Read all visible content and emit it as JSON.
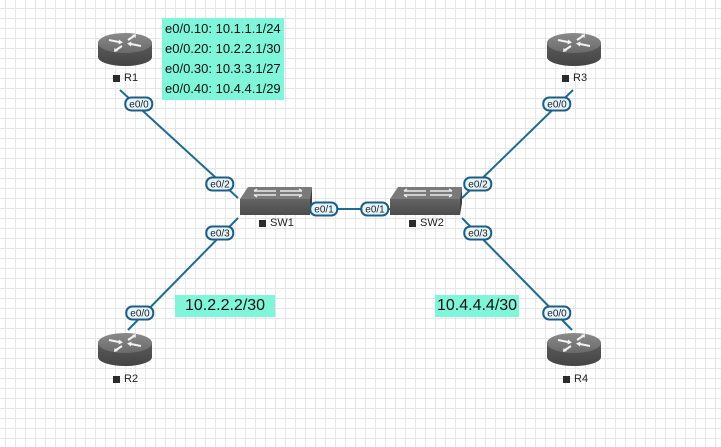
{
  "colors": {
    "link": "#1d6a93",
    "note_bg": "#7ff5d9",
    "iface_border": "#1d5f84",
    "device_body": "#5d5d5d"
  },
  "nodes": {
    "r1": {
      "label": "R1",
      "type": "router",
      "icon": "router-icon"
    },
    "r2": {
      "label": "R2",
      "type": "router",
      "icon": "router-icon"
    },
    "r3": {
      "label": "R3",
      "type": "router",
      "icon": "router-icon"
    },
    "r4": {
      "label": "R4",
      "type": "router",
      "icon": "router-icon"
    },
    "sw1": {
      "label": "SW1",
      "type": "switch",
      "icon": "switch-icon"
    },
    "sw2": {
      "label": "SW2",
      "type": "switch",
      "icon": "switch-icon"
    }
  },
  "links": [
    {
      "from": "R1",
      "from_iface": "e0/0",
      "to": "SW1",
      "to_iface": "e0/2"
    },
    {
      "from": "R2",
      "from_iface": "e0/0",
      "to": "SW1",
      "to_iface": "e0/3"
    },
    {
      "from": "SW1",
      "from_iface": "e0/1",
      "to": "SW2",
      "to_iface": "e0/1"
    },
    {
      "from": "R3",
      "from_iface": "e0/0",
      "to": "SW2",
      "to_iface": "e0/2"
    },
    {
      "from": "R4",
      "from_iface": "e0/0",
      "to": "SW2",
      "to_iface": "e0/3"
    }
  ],
  "ifaces": {
    "r1_e00": "e0/0",
    "sw1_e02": "e0/2",
    "sw1_e03": "e0/3",
    "r2_e00": "e0/0",
    "sw1_e01": "e0/1",
    "sw2_e01": "e0/1",
    "sw2_e02": "e0/2",
    "sw2_e03": "e0/3",
    "r3_e00": "e0/0",
    "r4_e00": "e0/0"
  },
  "notes": {
    "r1_subifs": [
      "e0/0.10: 10.1.1.1/24",
      "e0/0.20: 10.2.2.1/30",
      "e0/0.30: 10.3.3.1/27",
      "e0/0.40: 10.4.4.1/29"
    ],
    "r2_ip": "10.2.2.2/30",
    "r4_ip": "10.4.4.4/30"
  }
}
